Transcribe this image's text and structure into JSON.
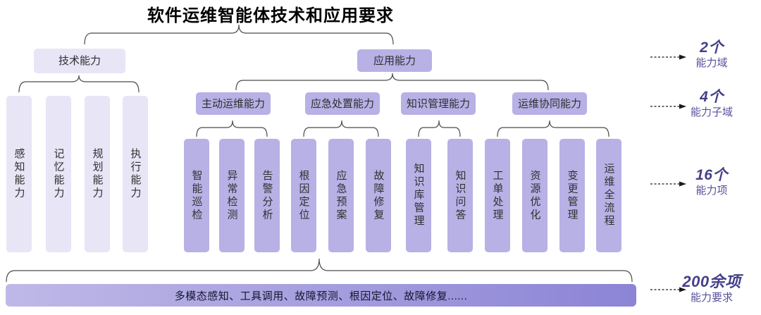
{
  "title": "软件运维智能体技术和应用要求",
  "tree": {
    "domains": [
      {
        "label": "技术能力",
        "children": [
          "感知能力",
          "记忆能力",
          "规划能力",
          "执行能力"
        ]
      },
      {
        "label": "应用能力",
        "subdomains": [
          {
            "label": "主动运维能力",
            "items": [
              "智能巡检",
              "异常检测",
              "告警分析"
            ]
          },
          {
            "label": "应急处置能力",
            "items": [
              "根因定位",
              "应急预案",
              "故障修复"
            ]
          },
          {
            "label": "知识管理能力",
            "items": [
              "知识库管理",
              "知识问答"
            ]
          },
          {
            "label": "运维协同能力",
            "items": [
              "工单处理",
              "资源优化",
              "变更管理",
              "运维全流程"
            ]
          }
        ]
      }
    ]
  },
  "bottom_bar": {
    "text": "多模态感知、工具调用、故障预测、根因定位、故障修复......"
  },
  "annotations": [
    {
      "count": "2个",
      "label": "能力域"
    },
    {
      "count": "4个",
      "label": "能力子域"
    },
    {
      "count": "16个",
      "label": "能力项"
    },
    {
      "count": "200余项",
      "label": "能力要求"
    }
  ],
  "colors": {
    "light_box": "#e7e5f6",
    "medium_box": "#b7b1e6",
    "bar_gradient_start": "#bfb9e8",
    "bar_gradient_end": "#8c84d5",
    "annotation_number": "#45408a",
    "annotation_label": "#55509c",
    "brace_stroke": "#4a4a4a",
    "arrow_stroke": "#1a1a1a"
  }
}
